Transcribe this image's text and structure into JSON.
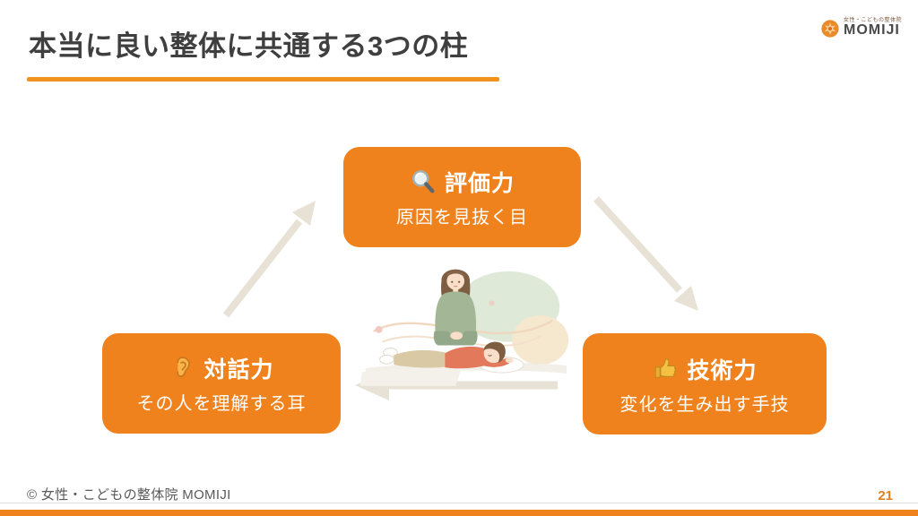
{
  "slide": {
    "title": "本当に良い整体に共通する3つの柱",
    "footer": "© 女性・こどもの整体院 MOMIJI",
    "page_number": "21"
  },
  "logo": {
    "tagline": "女性・こどもの整体院",
    "brand": "MOMIJI",
    "icon": "momiji-leaf-icon"
  },
  "pillars": {
    "evaluation": {
      "icon": "magnifier-icon",
      "title": "評価力",
      "subtitle": "原因を見抜く目",
      "position": "top"
    },
    "dialogue": {
      "icon": "ear-icon",
      "title": "対話力",
      "subtitle": "その人を理解する耳",
      "position": "bottom-left"
    },
    "technique": {
      "icon": "thumbs-up-icon",
      "title": "技術力",
      "subtitle": "変化を生み出す手技",
      "position": "bottom-right"
    }
  },
  "diagram": {
    "cycle_arrows": [
      "bottom-left-to-top",
      "top-to-bottom-right",
      "bottom-right-to-bottom-left"
    ],
    "center": "seitai-massage-illustration"
  },
  "colors": {
    "accent_orange": "#F0821E",
    "underline_orange": "#F0921D",
    "arrow_beige": "#E7E2D5",
    "title_gray": "#3F3F3F",
    "footer_gray": "#5A5A5A",
    "page_number_orange": "#E08122"
  }
}
